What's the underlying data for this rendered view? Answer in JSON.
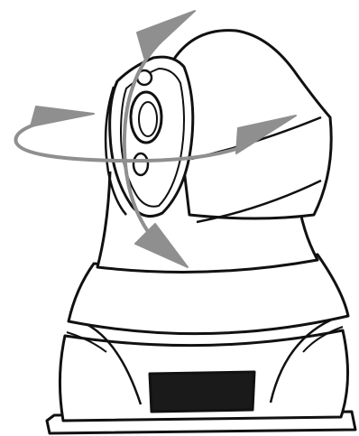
{
  "diagram": {
    "subject": "pan-tilt-camera",
    "colors": {
      "outline": "#111111",
      "fill": "#ffffff",
      "arrow": "#8f8f8f",
      "base_plate": "#1a1a1a"
    },
    "motions": [
      "pan",
      "tilt"
    ]
  }
}
